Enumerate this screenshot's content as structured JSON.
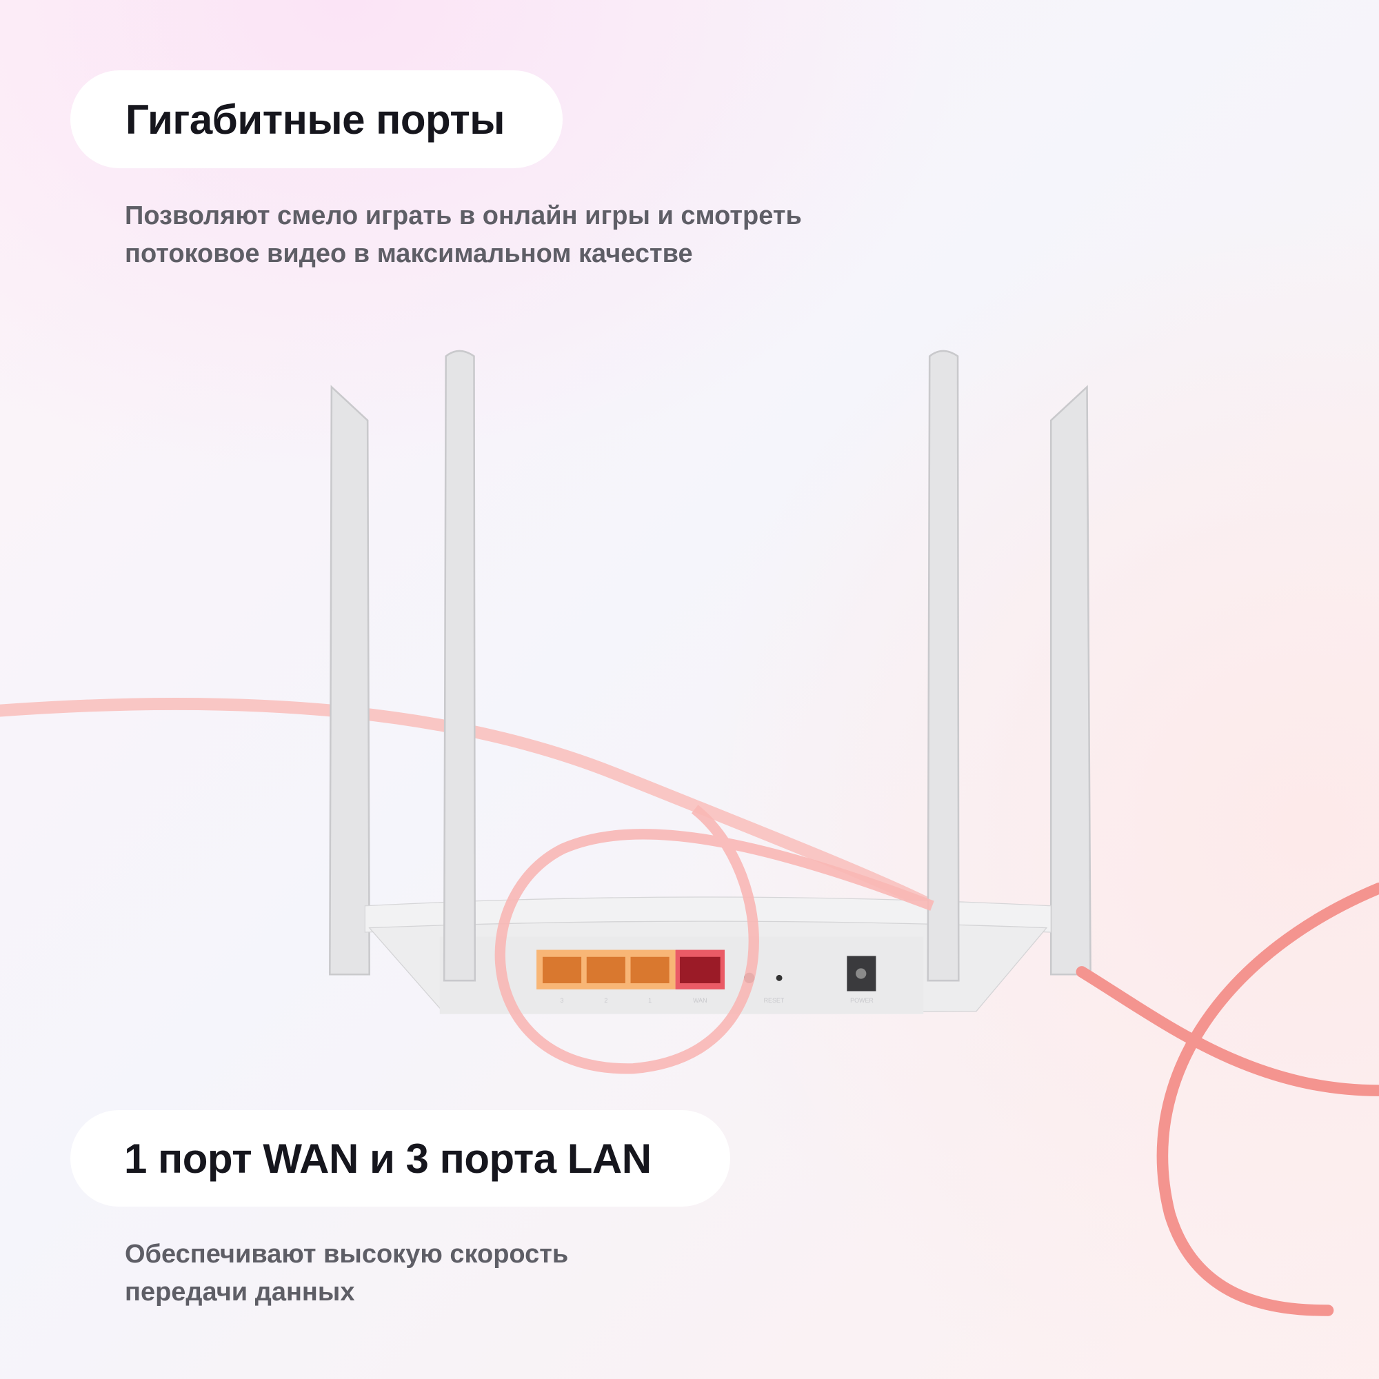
{
  "feature1": {
    "title": "Гигабитные порты",
    "lines": [
      "Позволяют смело играть в онлайн игры и смотреть",
      "потоковое видео в максимальном качестве"
    ]
  },
  "feature2": {
    "title": "1 порт WAN и 3 порта LAN",
    "lines": [
      "Обеспечивают высокую скорость",
      "передачи данных"
    ]
  },
  "router": {
    "port_labels": [
      "3",
      "2",
      "1",
      "WAN"
    ],
    "reset_label": "RESET",
    "power_label": "POWER"
  },
  "colors": {
    "lan": "#f5a05a",
    "wan": "#e84a5a",
    "cable": "#f7a9a6"
  }
}
